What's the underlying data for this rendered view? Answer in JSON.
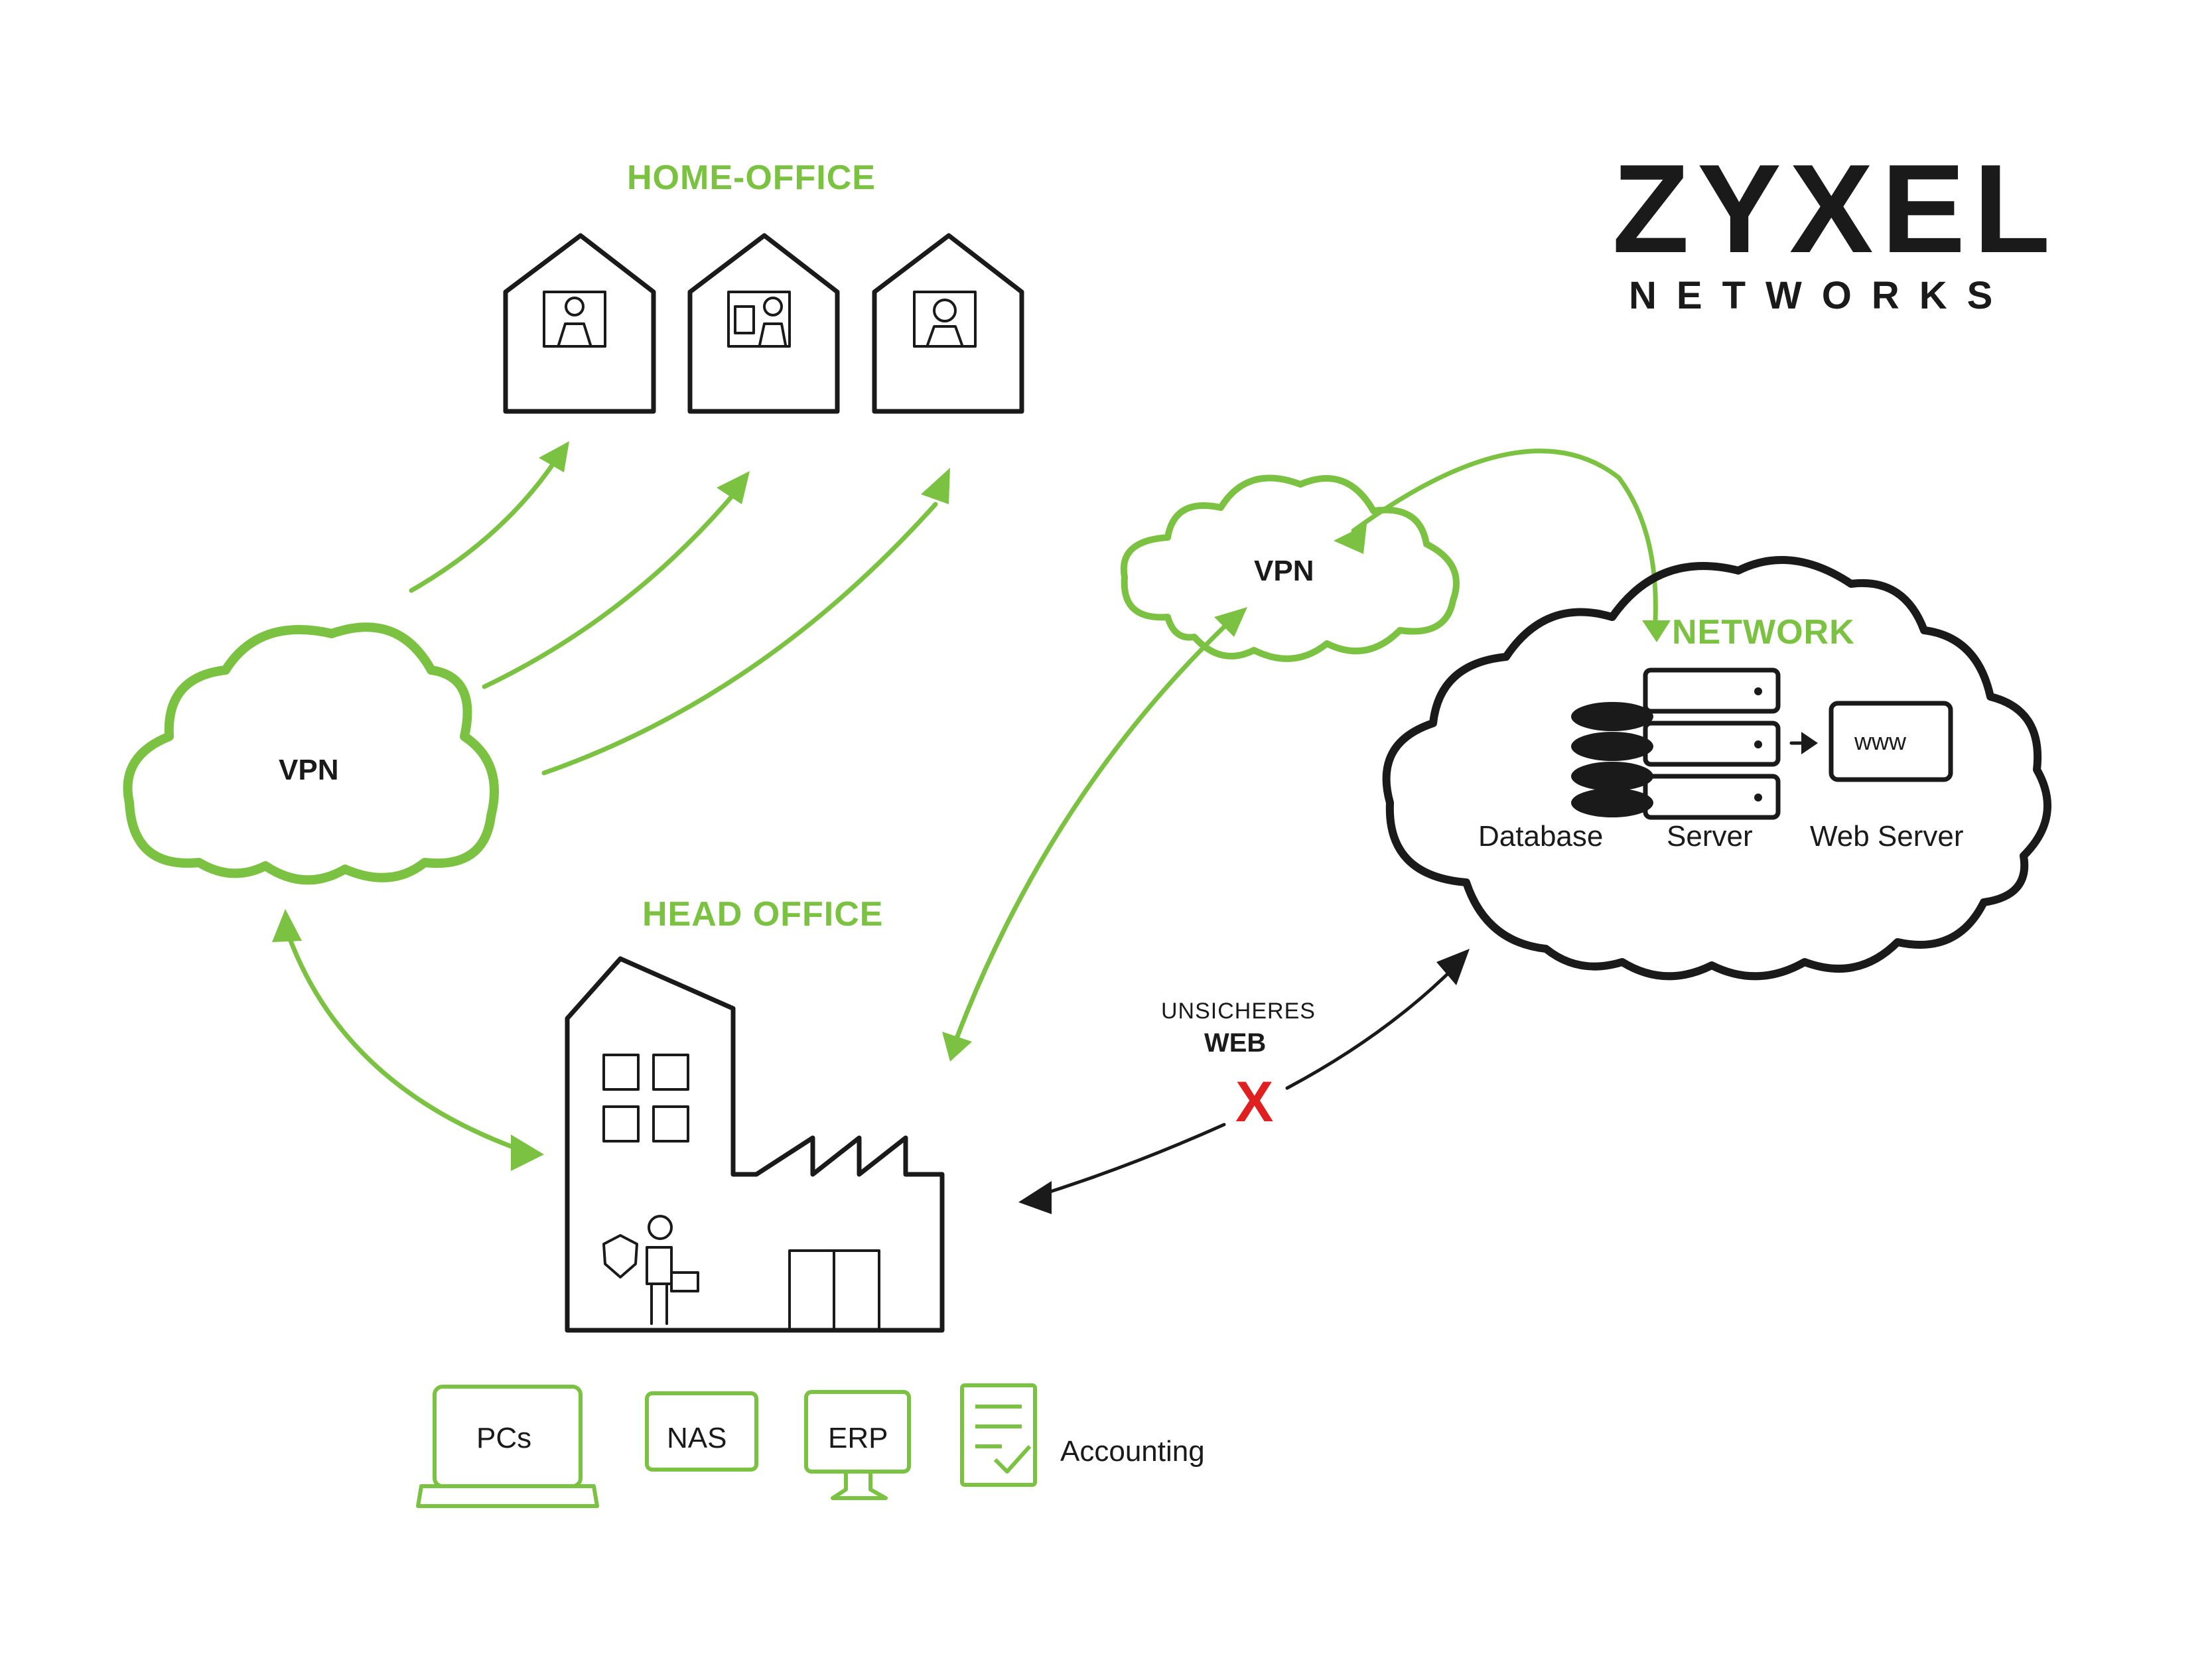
{
  "logo": {
    "brand": "ZYXEL",
    "sub": "NETWORKS"
  },
  "home_office": {
    "title": "HOME-OFFICE"
  },
  "vpn_left": {
    "label": "VPN"
  },
  "vpn_top": {
    "label": "VPN"
  },
  "head_office": {
    "title": "HEAD OFFICE"
  },
  "network": {
    "title": "NETWORK",
    "database": "Database",
    "server": "Server",
    "web_server": "Web Server",
    "www": "www"
  },
  "unsafe_web": {
    "line1": "UNSICHERES",
    "line2": "WEB",
    "mark": "X"
  },
  "resources": {
    "pcs": "PCs",
    "nas": "NAS",
    "erp": "ERP",
    "accounting": "Accounting"
  },
  "colors": {
    "accent": "#7cc242",
    "ink": "#1a1a1a",
    "alert": "#e02020"
  }
}
